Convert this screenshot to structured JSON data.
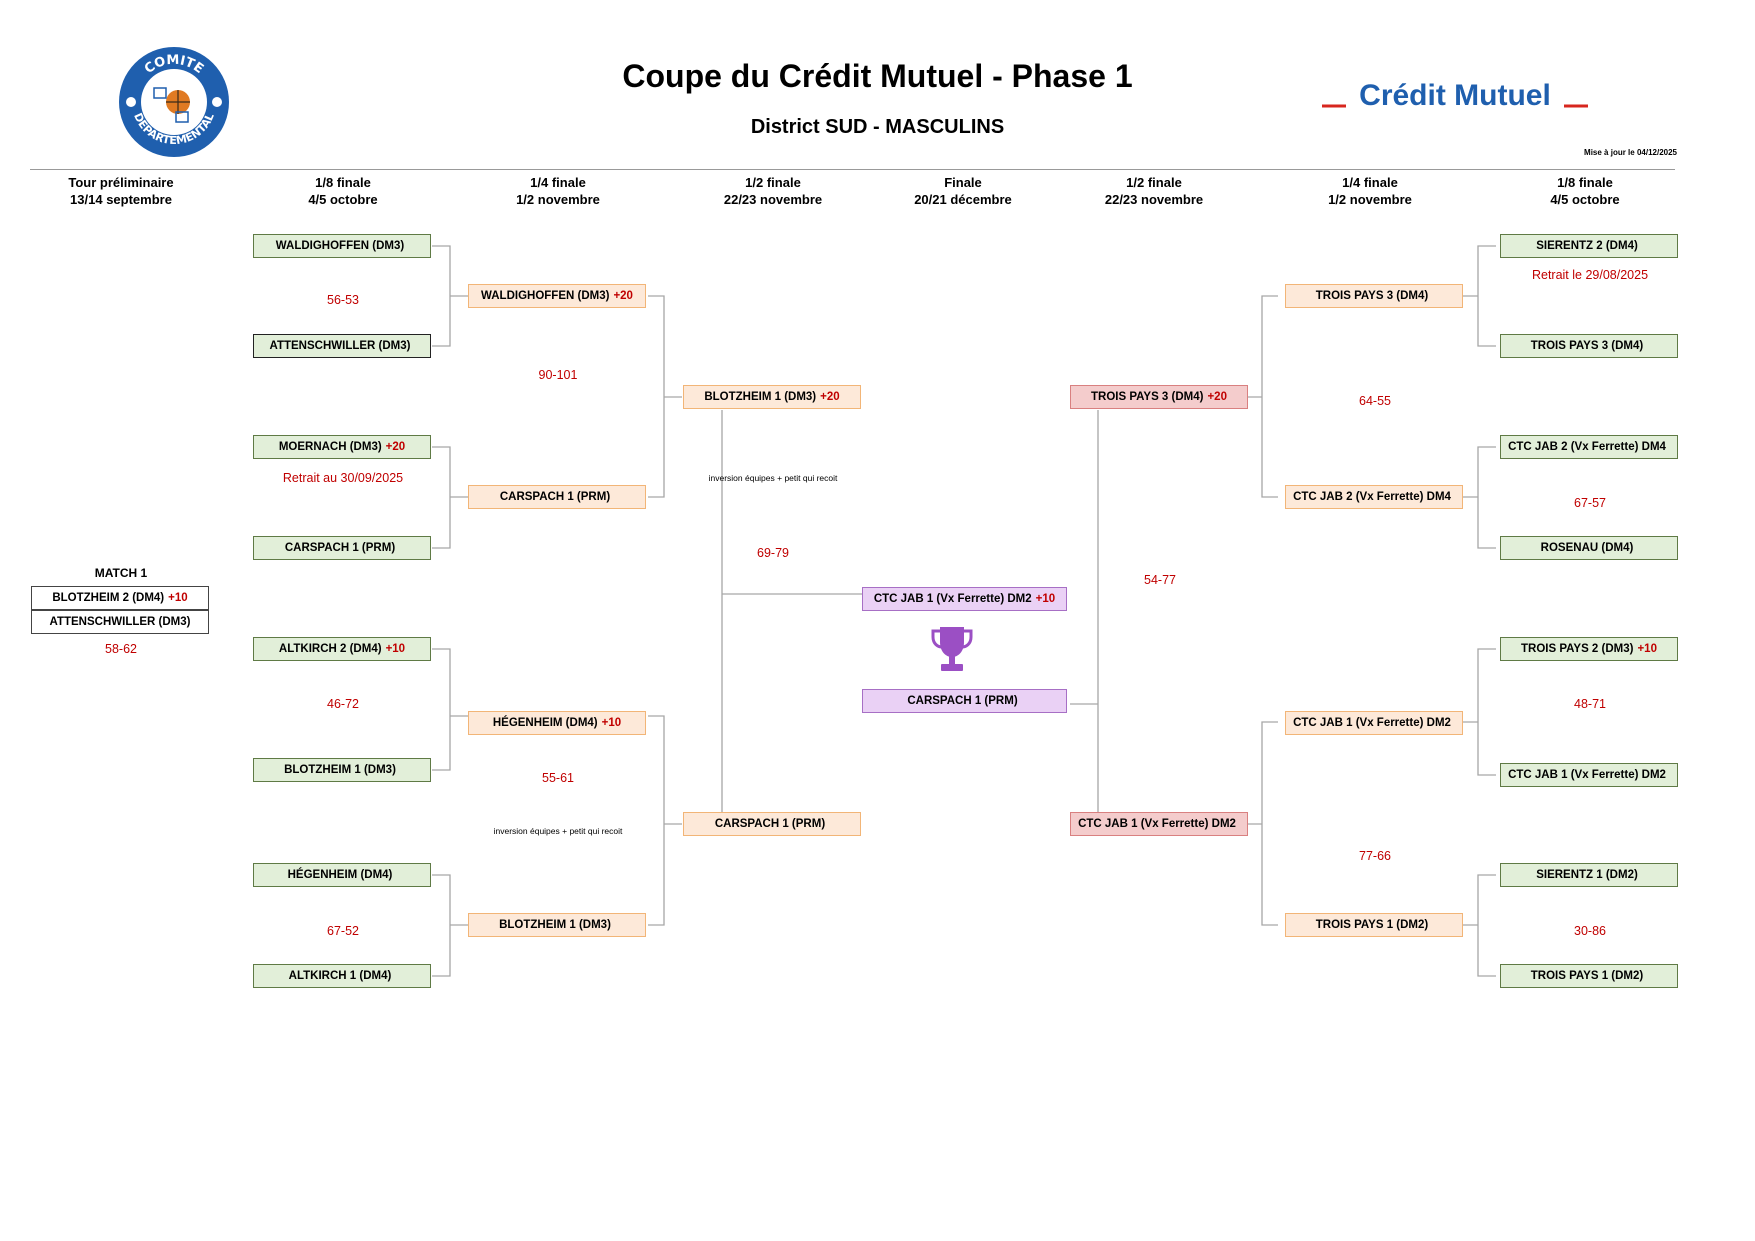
{
  "header": {
    "title": "Coupe du Crédit Mutuel - Phase 1",
    "subtitle": "District SUD - MASCULINS",
    "update_note": "Mise à jour le  04/12/2025",
    "logo_left_text_top": "COMITE",
    "logo_left_text_bottom": "DEPARTEMENTAL",
    "logo_right_text": "Crédit Mutuel"
  },
  "columns": [
    {
      "round": "Tour préliminaire",
      "date": "13/14 septembre"
    },
    {
      "round": "1/8 finale",
      "date": "4/5 octobre"
    },
    {
      "round": "1/4 finale",
      "date": "1/2 novembre"
    },
    {
      "round": "1/2 finale",
      "date": "22/23 novembre"
    },
    {
      "round": "Finale",
      "date": "20/21 décembre"
    },
    {
      "round": "1/2 finale",
      "date": "22/23 novembre"
    },
    {
      "round": "1/4 finale",
      "date": "1/2 novembre"
    },
    {
      "round": "1/8 finale",
      "date": "4/5 octobre"
    }
  ],
  "preliminary": {
    "label": "MATCH 1",
    "team1": {
      "name": "BLOTZHEIM 2 (DM4)",
      "bonus": "+10"
    },
    "team2": {
      "name": "ATTENSCHWILLER (DM3)",
      "bonus": ""
    },
    "score": "58-62"
  },
  "left_r16": [
    {
      "name": "WALDIGHOFFEN (DM3)",
      "bonus": ""
    },
    {
      "name": "ATTENSCHWILLER (DM3)",
      "bonus": ""
    },
    {
      "name": "MOERNACH (DM3)",
      "bonus": "+20"
    },
    {
      "name": "CARSPACH 1 (PRM)",
      "bonus": ""
    },
    {
      "name": "ALTKIRCH 2 (DM4)",
      "bonus": "+10"
    },
    {
      "name": "BLOTZHEIM 1 (DM3)",
      "bonus": ""
    },
    {
      "name": "HÉGENHEIM (DM4)",
      "bonus": ""
    },
    {
      "name": "ALTKIRCH 1 (DM4)",
      "bonus": ""
    }
  ],
  "left_r16_results": [
    "56-53",
    "Retrait au 30/09/2025",
    "46-72",
    "67-52"
  ],
  "left_qf": [
    {
      "name": "WALDIGHOFFEN (DM3)",
      "bonus": "+20"
    },
    {
      "name": "CARSPACH 1 (PRM)",
      "bonus": ""
    },
    {
      "name": "HÉGENHEIM (DM4)",
      "bonus": "+10"
    },
    {
      "name": "BLOTZHEIM 1 (DM3)",
      "bonus": ""
    }
  ],
  "left_qf_results": [
    "90-101",
    "55-61"
  ],
  "left_qf_note": "inversion équipes + petit qui recoit",
  "left_sf": [
    {
      "name": "BLOTZHEIM 1 (DM3)",
      "bonus": "+20"
    },
    {
      "name": "CARSPACH 1 (PRM)",
      "bonus": ""
    }
  ],
  "left_sf_result": "69-79",
  "left_sf_note": "inversion équipes + petit qui recoit",
  "final": [
    {
      "name": "CTC JAB 1 (Vx Ferrette) DM2",
      "bonus": "+10"
    },
    {
      "name": "CARSPACH 1 (PRM)",
      "bonus": ""
    }
  ],
  "right_sf": [
    {
      "name": "TROIS PAYS 3 (DM4)",
      "bonus": "+20"
    },
    {
      "name": "CTC JAB 1 (Vx Ferrette) DM2",
      "bonus": ""
    }
  ],
  "right_sf_result": "54-77",
  "right_qf": [
    {
      "name": "TROIS PAYS 3 (DM4)",
      "bonus": ""
    },
    {
      "name": "CTC JAB 2 (Vx Ferrette) DM4",
      "bonus": ""
    },
    {
      "name": "CTC JAB 1 (Vx Ferrette) DM2",
      "bonus": ""
    },
    {
      "name": "TROIS PAYS 1 (DM2)",
      "bonus": ""
    }
  ],
  "right_qf_results": [
    "64-55",
    "77-66"
  ],
  "right_r16": [
    {
      "name": "SIERENTZ 2 (DM4)",
      "bonus": ""
    },
    {
      "name": "TROIS PAYS 3 (DM4)",
      "bonus": ""
    },
    {
      "name": "CTC JAB 2 (Vx Ferrette) DM4",
      "bonus": ""
    },
    {
      "name": "ROSENAU (DM4)",
      "bonus": ""
    },
    {
      "name": "TROIS PAYS 2 (DM3)",
      "bonus": "+10"
    },
    {
      "name": "CTC JAB 1 (Vx Ferrette) DM2",
      "bonus": ""
    },
    {
      "name": "SIERENTZ 1 (DM2)",
      "bonus": ""
    },
    {
      "name": "TROIS PAYS 1 (DM2)",
      "bonus": ""
    }
  ],
  "right_r16_results": [
    "Retrait le 29/08/2025",
    "67-57",
    "48-71",
    "30-86"
  ],
  "colors": {
    "r16_fill": "#e2efd9",
    "r16_border": "#5f7a45",
    "qf_fill": "#fde9d9",
    "qf_border": "#f2b577",
    "sf_right_fill": "#f4cccc",
    "final_fill": "#ead1f5",
    "score": "#c00000",
    "connector": "#a6a6a6",
    "logo_blue": "#1f5fae",
    "logo_red": "#d7261e"
  },
  "icons": [
    "comite-departemental-logo",
    "credit-mutuel-logo",
    "trophy-icon"
  ]
}
